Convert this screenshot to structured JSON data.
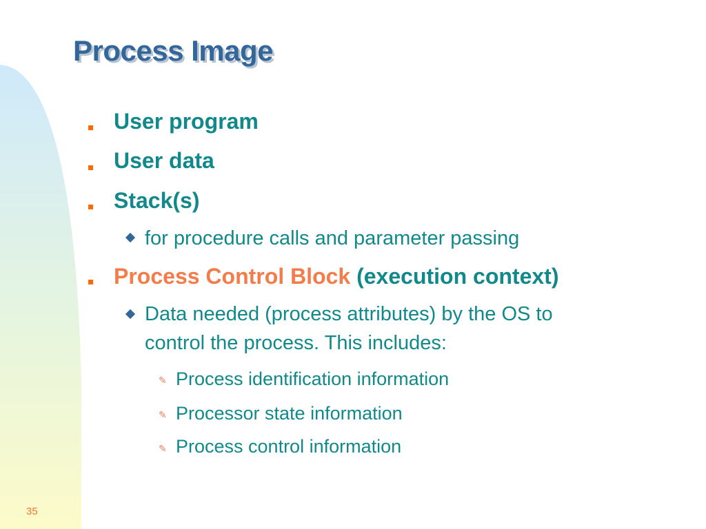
{
  "slide": {
    "title": "Process Image",
    "page_number": "35",
    "bullets": {
      "user_program": "User program",
      "user_data": "User data",
      "stacks": "Stack(s)",
      "stacks_detail": "for procedure calls and parameter passing",
      "pcb_highlight": "Process Control Block",
      "pcb_rest": " (execution context)",
      "pcb_detail_line1": "Data needed (process attributes) by the OS to",
      "pcb_detail_line2": "control the process. This includes:",
      "pcb_items": [
        "Process identification information",
        "Processor state information",
        "Process control information"
      ]
    },
    "icons": {
      "level1": "square-bullet-icon",
      "level2": "diamond-bullet-icon",
      "level3": "pencil-bullet-icon"
    },
    "colors": {
      "title": "#336699",
      "body_text": "#11898a",
      "highlight": "#f47c4a",
      "square_bullet": "#ff6a00",
      "diamond_bullet": "#336699",
      "page_number": "#f27a30"
    }
  }
}
